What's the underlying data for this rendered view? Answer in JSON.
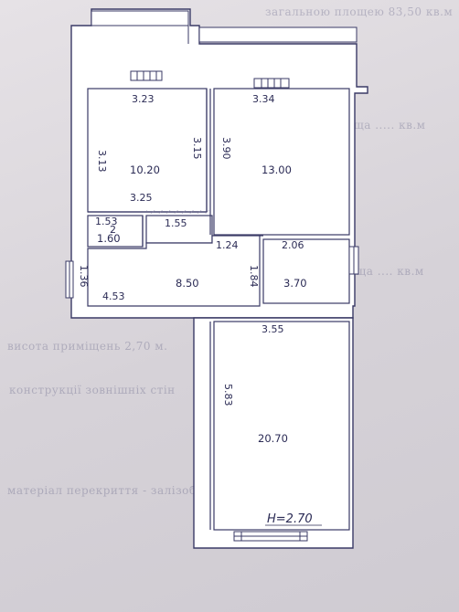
{
  "plan": {
    "room_areas": [
      "10.20",
      "13.00",
      "1.60",
      "8.50",
      "3.70",
      "20.70"
    ],
    "wall_dims": [
      "3.23",
      "3.34",
      "3.13",
      "3.15",
      "3.90",
      "3.25",
      "1.53",
      "1.55",
      "1.24",
      "2.06",
      "1.36",
      "1.84",
      "4.53",
      "3.55",
      "5.83"
    ],
    "room_number": "2",
    "ceiling_height": "H=2.70"
  },
  "background_text": [
    "загальною площею 83,50 кв.м",
    "житлова площа ..... кв.м",
    "висота приміщень 2,70 м.",
    "загальна площа .... кв.м",
    "конструкції зовнішніх стін",
    "матеріал перекриття - залізобетон"
  ],
  "colors": {
    "wall_fill": "#ffffff",
    "wall_stroke": "#3a3a66",
    "ink": "#2b2b55"
  }
}
